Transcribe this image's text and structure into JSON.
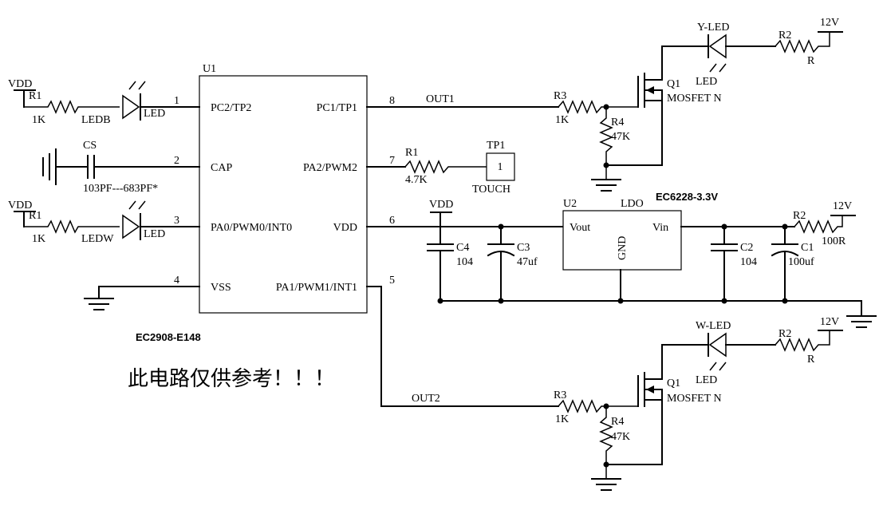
{
  "u1": {
    "ref": "U1",
    "part": "EC2908-E148",
    "pins_left": [
      {
        "num": "1",
        "name": "PC2/TP2"
      },
      {
        "num": "2",
        "name": "CAP"
      },
      {
        "num": "3",
        "name": "PA0/PWM0/INT0"
      },
      {
        "num": "4",
        "name": "VSS"
      }
    ],
    "pins_right": [
      {
        "num": "8",
        "name": "PC1/TP1"
      },
      {
        "num": "7",
        "name": "PA2/PWM2"
      },
      {
        "num": "6",
        "name": "VDD"
      },
      {
        "num": "5",
        "name": "PA1/PWM1/INT1"
      }
    ]
  },
  "u2": {
    "ref": "U2",
    "type": "LDO",
    "part": "EC6228-3.3V",
    "pin_vout": "Vout",
    "pin_vin": "Vin",
    "pin_gnd": "GND"
  },
  "ledb": {
    "vdd": "VDD",
    "r_ref": "R1",
    "r_val": "1K",
    "led_ref": "LEDB",
    "led_type": "LED"
  },
  "ledw": {
    "vdd": "VDD",
    "r_ref": "R1",
    "r_val": "1K",
    "led_ref": "LEDW",
    "led_type": "LED"
  },
  "cs": {
    "ref": "CS",
    "value": "103PF---683PF*"
  },
  "touch": {
    "r_ref": "R1",
    "r_val": "4.7K",
    "tp_ref": "TP1",
    "tp_pin": "1",
    "tp_name": "TOUCH"
  },
  "out1": {
    "net": "OUT1",
    "r3_ref": "R3",
    "r3_val": "1K",
    "r4_ref": "R4",
    "r4_val": "47K",
    "q_ref": "Q1",
    "q_type": "MOSFET N",
    "led_ref": "Y-LED",
    "led_type": "LED",
    "r2_ref": "R2",
    "r2_val": "R",
    "supply": "12V"
  },
  "out2": {
    "net": "OUT2",
    "r3_ref": "R3",
    "r3_val": "1K",
    "r4_ref": "R4",
    "r4_val": "47K",
    "q_ref": "Q1",
    "q_type": "MOSFET N",
    "led_ref": "W-LED",
    "led_type": "LED",
    "r2_ref": "R2",
    "r2_val": "R",
    "supply": "12V"
  },
  "power": {
    "vdd": "VDD",
    "c4_ref": "C4",
    "c4_val": "104",
    "c3_ref": "C3",
    "c3_val": "47uf",
    "c2_ref": "C2",
    "c2_val": "104",
    "c1_ref": "C1",
    "c1_val": "100uf",
    "r2_ref": "R2",
    "r2_val": "100R",
    "supply": "12V"
  },
  "note": "此电路仅供参考！！！"
}
